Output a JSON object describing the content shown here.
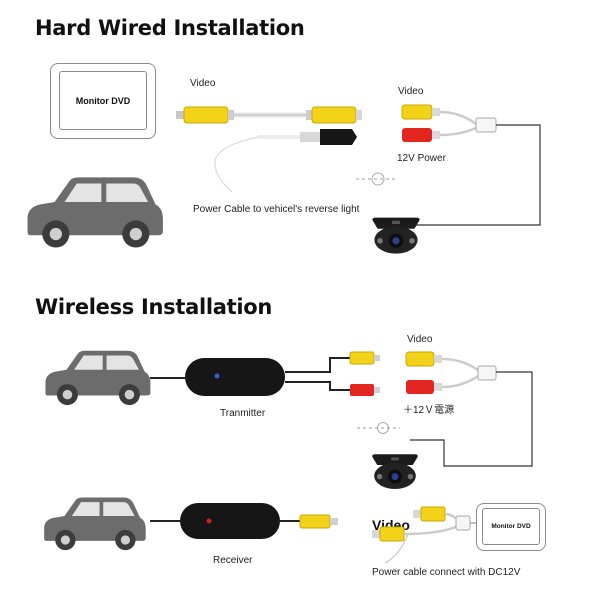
{
  "hard_wired": {
    "title": "Hard Wired Installation",
    "monitor_label": "Monitor DVD",
    "video_label_left": "Video",
    "video_label_right": "Video",
    "power_12v_label": "12V Power",
    "reverse_light_label": "Power Cable to vehicel's reverse light"
  },
  "wireless": {
    "title": "Wireless Installation",
    "video_label": "Video",
    "power_label": "＋12Ｖ電源",
    "transmitter_label": "Tranmitter",
    "receiver_label": "Receiver",
    "monitor_label": "Monitor DVD",
    "video_label_bold": "Video",
    "power_cable_label": "Power cable connect with DC12V"
  },
  "colors": {
    "rca_yellow": "#f3d21a",
    "power_red": "#e0261e",
    "car_gray": "#6c6c6c",
    "wire": "#333333",
    "transmitter_body": "#161616",
    "led_blue": "#2f5fd8",
    "led_red": "#d0201a"
  }
}
